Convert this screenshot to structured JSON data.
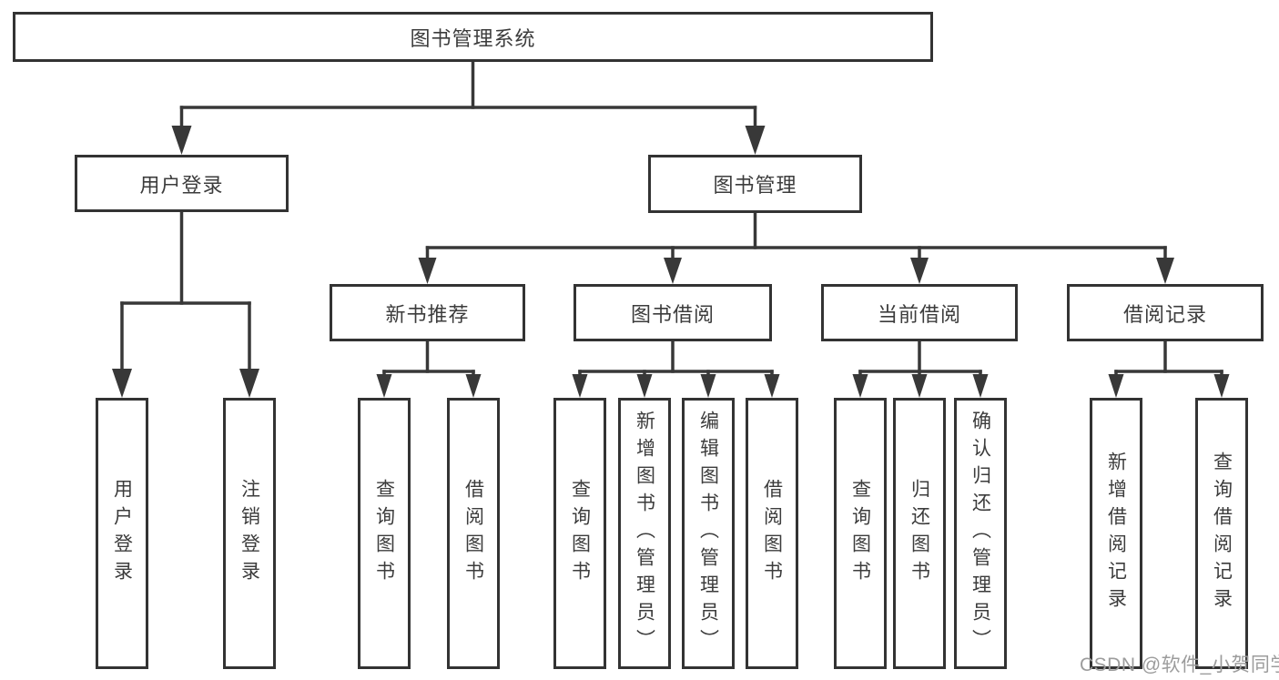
{
  "nodes": {
    "root": "图书管理系统",
    "user_login": "用户登录",
    "book_management": "图书管理",
    "new_book_recommend": "新书推荐",
    "book_borrow": "图书借阅",
    "current_borrow": "当前借阅",
    "borrow_records": "借阅记录",
    "leaf_user_login": "用户登录",
    "leaf_logout": "注销登录",
    "leaf_nb_query": "查询图书",
    "leaf_nb_borrow": "借阅图书",
    "leaf_bb_query": "查询图书",
    "leaf_bb_add": "新增图书（管理员）",
    "leaf_bb_edit": "编辑图书（管理员）",
    "leaf_bb_borrow": "借阅图书",
    "leaf_cb_query": "查询图书",
    "leaf_cb_return": "归还图书",
    "leaf_cb_confirm": "确认归还（管理员）",
    "leaf_rec_add": "新增借阅记录",
    "leaf_rec_query": "查询借阅记录"
  },
  "watermark": "CSDN @软件_小贺同学",
  "colors": {
    "line": "#383838",
    "box_border": "#333333",
    "text": "#3c3c3c",
    "watermark": "#9c9c9c",
    "background": "#ffffff"
  }
}
